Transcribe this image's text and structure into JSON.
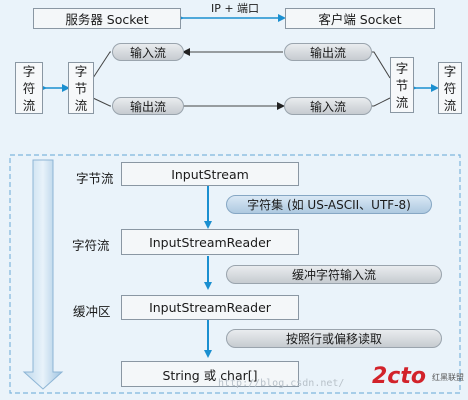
{
  "top": {
    "server_socket": "服务器 Socket",
    "client_socket": "客户端 Socket",
    "link_label": "IP + 端口",
    "left_char_stream": [
      "字",
      "符",
      "流"
    ],
    "left_byte_stream": [
      "字",
      "节",
      "流"
    ],
    "right_byte_stream": [
      "字",
      "节",
      "流"
    ],
    "right_char_stream": [
      "字",
      "符",
      "流"
    ],
    "left_upper_pill": "输入流",
    "left_lower_pill": "输出流",
    "right_upper_pill": "输出流",
    "right_lower_pill": "输入流"
  },
  "bottom": {
    "row_labels": [
      "字节流",
      "字符流",
      "缓冲区"
    ],
    "boxes": [
      "InputStream",
      "InputStreamReader",
      "InputStreamReader",
      "String 或 char[]"
    ],
    "pills": [
      "字符集 (如 US-ASCII、UTF-8)",
      "缓冲字符输入流",
      "按照行或偏移读取"
    ]
  },
  "watermark": {
    "url": "http://blog.csdn.net/",
    "site": "2cto",
    "site_sub": "红黑联盟"
  },
  "colors": {
    "background": "#eaf3fa",
    "arrow_blue": "#1a8fd0",
    "dashed_border": "#7fb6dd",
    "logo_red": "#d2222a"
  }
}
